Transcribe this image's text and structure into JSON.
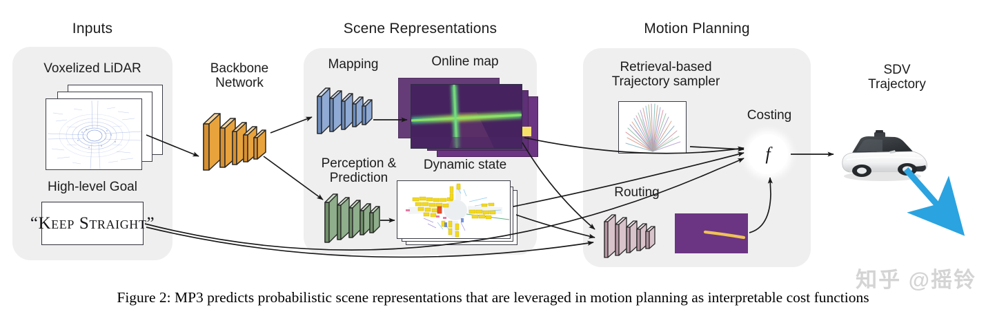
{
  "figure": {
    "caption": "Figure 2: MP3 predicts probabilistic scene representations that are leveraged in motion planning as interpretable cost functions",
    "watermark": "知乎 @摇铃",
    "background": "#ffffff",
    "panel_fill": "#efefef"
  },
  "sections": [
    {
      "id": "inputs",
      "title": "Inputs"
    },
    {
      "id": "scene",
      "title": "Scene Representations"
    },
    {
      "id": "planning",
      "title": "Motion Planning"
    }
  ],
  "inputs": {
    "lidar_label": "Voxelized LiDAR",
    "goal_label": "High-level Goal",
    "goal_value": "“Keep Straight”",
    "lidar_point_color": "#3a62c4",
    "lidar_card_count": 3
  },
  "backbone": {
    "label_line1": "Backbone",
    "label_line2": "Network",
    "color": "#e8a33d",
    "color_dark": "#c07f23",
    "layers": 5
  },
  "scene": {
    "mapping_label": "Mapping",
    "mapping_color": "#8faad4",
    "mapping_color_dark": "#5e7fb3",
    "online_map_label": "Online map",
    "online_map_card_count": 4,
    "online_map_bg": "#5b2d6e",
    "online_map_road": "#4fc96a",
    "online_map_highlight": "#f5e06a",
    "perception_label_line1": "Perception &",
    "perception_label_line2": "Prediction",
    "perception_color": "#8fae8b",
    "perception_color_dark": "#5f8159",
    "dynamic_state_label": "Dynamic state",
    "dynamic_state_card_count": 2,
    "dynamic_actor_color": "#f2d91e",
    "dynamic_ego_color": "#e8502a"
  },
  "planning": {
    "sampler_label_line1": "Retrieval-based",
    "sampler_label_line2": "Trajectory sampler",
    "costing_label": "Costing",
    "costing_symbol": "f",
    "routing_label": "Routing",
    "routing_color": "#d9c3cb",
    "routing_color_dark": "#ad8d99",
    "routing_map_bg": "#6b3583",
    "routing_path_color": "#f0c256"
  },
  "output": {
    "label_line1": "SDV",
    "label_line2": "Trajectory",
    "car_body_color": "#f2f3f4",
    "car_glass_color": "#3c4044",
    "trajectory_color": "#2aa3e0"
  }
}
